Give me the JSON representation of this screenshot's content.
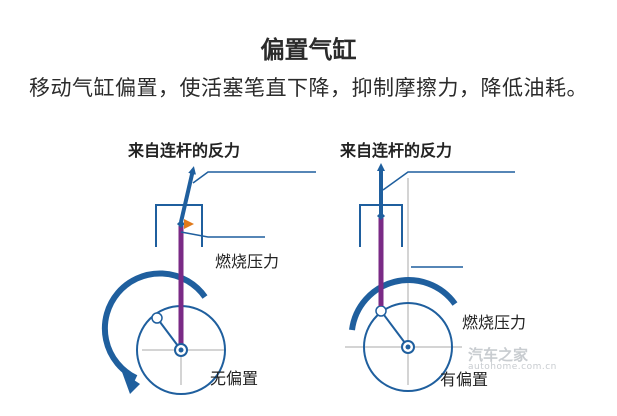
{
  "title": "偏置气缸",
  "subtitle": "移动气缸偏置，使活塞笔直下降，抑制摩擦力，降低油耗。",
  "left": {
    "reaction_label": "来自连杆的反力",
    "combustion_label": "燃烧压力",
    "caption": "无偏置"
  },
  "right": {
    "reaction_label": "来自连杆的反力",
    "combustion_label": "燃烧压力",
    "caption": "有偏置"
  },
  "watermark": {
    "main": "汽车之家",
    "sub": "autohome.com.cn"
  },
  "colors": {
    "blue": "#1f5f9e",
    "purple": "#7a2a86",
    "orange": "#e07a1c",
    "gray": "#aaaaaa"
  }
}
